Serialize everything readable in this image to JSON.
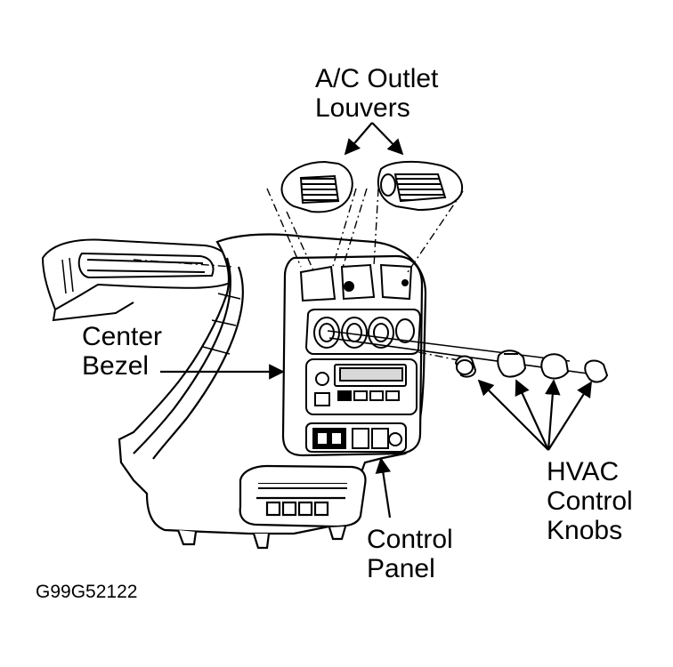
{
  "labels": {
    "ac_outlet_louvers": [
      "A/C Outlet",
      "Louvers"
    ],
    "center_bezel": [
      "Center",
      "Bezel"
    ],
    "hvac_control_knobs": [
      "HVAC",
      "Control",
      "Knobs"
    ],
    "control_panel": [
      "Control",
      "Panel"
    ]
  },
  "figure_code": "G99G52122",
  "colors": {
    "ink": "#000000",
    "paper": "#ffffff",
    "shade": "#d8d8d8"
  }
}
